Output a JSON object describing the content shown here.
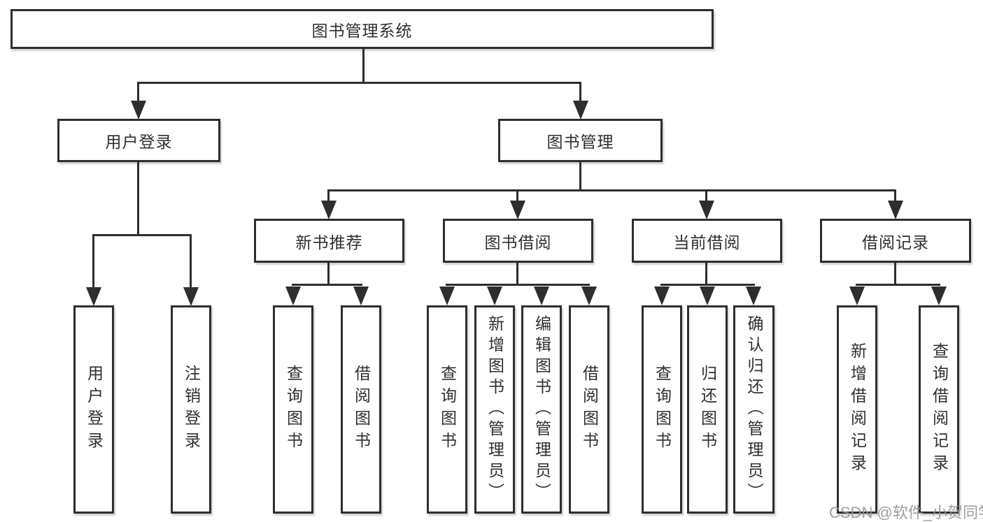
{
  "diagram_title": "图书管理系统",
  "watermark": {
    "text": "CSDN @软件_小贺同学"
  },
  "colors": {
    "line": "#2e2e2e",
    "text": "#2f2f2f",
    "background": "#ffffff",
    "watermark": "#949494"
  },
  "nodes": {
    "root": "图书管理系统",
    "l2_user_login": "用户登录",
    "l2_book_mgmt": "图书管理",
    "l3_new_books": "新书推荐",
    "l3_book_borrow": "图书借阅",
    "l3_current_borrow": "当前借阅",
    "l3_borrow_records": "借阅记录",
    "l4_user_login": "用户登录",
    "l4_logout": "注销登录",
    "l4_nb_query": "查询图书",
    "l4_nb_borrow": "借阅图书",
    "l4_bb_query": "查询图书",
    "l4_bb_add": "新增图书（管理员）",
    "l4_bb_edit": "编辑图书（管理员）",
    "l4_bb_borrow": "借阅图书",
    "l4_cb_query": "查询图书",
    "l4_cb_return": "归还图书",
    "l4_cb_confirm": "确认归还（管理员）",
    "l4_br_add": "新增借阅记录",
    "l4_br_query": "查询借阅记录"
  },
  "hierarchy": {
    "label": "图书管理系统",
    "children": [
      {
        "label": "用户登录",
        "children": [
          {
            "label": "用户登录"
          },
          {
            "label": "注销登录"
          }
        ]
      },
      {
        "label": "图书管理",
        "children": [
          {
            "label": "新书推荐",
            "children": [
              {
                "label": "查询图书"
              },
              {
                "label": "借阅图书"
              }
            ]
          },
          {
            "label": "图书借阅",
            "children": [
              {
                "label": "查询图书"
              },
              {
                "label": "新增图书（管理员）"
              },
              {
                "label": "编辑图书（管理员）"
              },
              {
                "label": "借阅图书"
              }
            ]
          },
          {
            "label": "当前借阅",
            "children": [
              {
                "label": "查询图书"
              },
              {
                "label": "归还图书"
              },
              {
                "label": "确认归还（管理员）"
              }
            ]
          },
          {
            "label": "借阅记录",
            "children": [
              {
                "label": "新增借阅记录"
              },
              {
                "label": "查询借阅记录"
              }
            ]
          }
        ]
      }
    ]
  }
}
